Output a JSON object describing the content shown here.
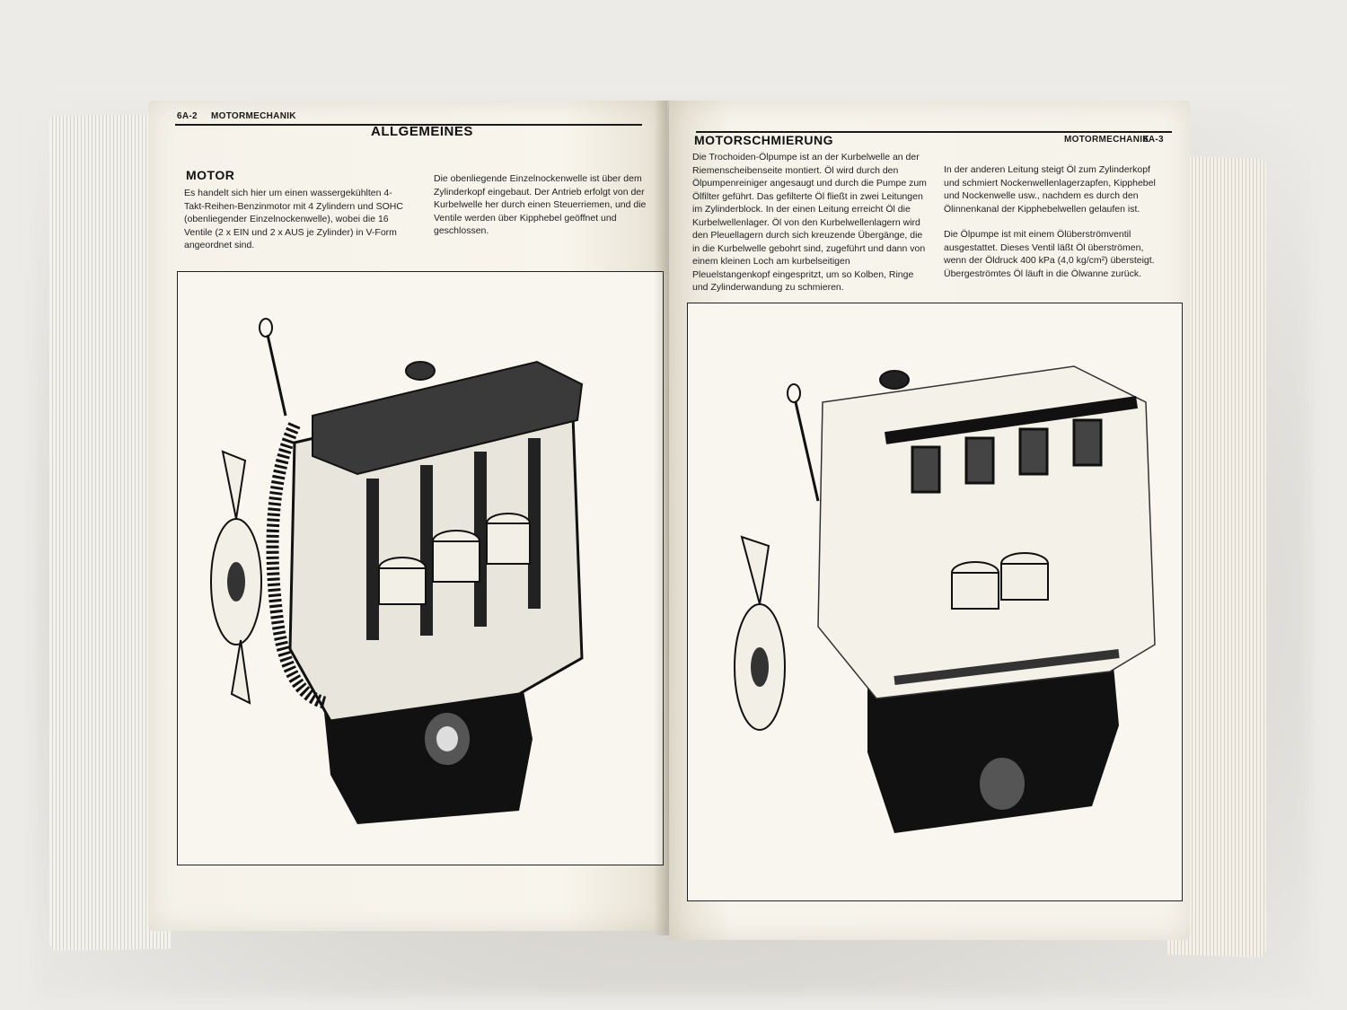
{
  "left_page": {
    "header_page": "6A-2",
    "header_section": "MOTORMECHANIK",
    "title": "ALLGEMEINES",
    "section_heading": "MOTOR",
    "col1_text": "Es handelt sich hier um einen wassergekühlten 4-Takt-Reihen-Benzinmotor mit 4 Zylindern und SOHC (obenliegender Einzelnockenwelle), wobei die 16 Ventile (2 x EIN und 2 x AUS je Zylinder) in V-Form angeordnet sind.",
    "col2_text": "Die obenliegende Einzelnockenwelle ist über dem Zylinderkopf eingebaut. Der Antrieb erfolgt von der Kurbelwelle her durch einen Steuerriemen, und die Ventile werden über Kipphebel geöffnet und geschlossen."
  },
  "right_page": {
    "header_section": "MOTORMECHANIK",
    "header_page": "6A-3",
    "section_heading": "MOTORSCHMIERUNG",
    "col1_text": "Die Trochoiden-Ölpumpe ist an der Kurbelwelle an der Riemenscheibenseite montiert. Öl wird durch den Ölpumpenreiniger angesaugt und durch die Pumpe zum Ölfilter geführt. Das gefilterte Öl fließt in zwei Leitungen im Zylinderblock. In der einen Leitung erreicht Öl die Kurbelwellenlager. Öl von den Kurbelwellenlagern wird den Pleuellagern durch sich kreuzende Übergänge, die in die Kurbelwelle gebohrt sind, zugeführt und dann von einem kleinen Loch am kurbelseitigen Pleuelstangenkopf eingespritzt, um so Kolben, Ringe und Zylinderwandung zu schmieren.",
    "col2_para1": "In der anderen Leitung steigt Öl zum Zylinderkopf und schmiert Nockenwellenlagerzapfen, Kipphebel und Nockenwelle usw., nachdem es durch den Ölinnenkanal der Kipphebelwellen gelaufen ist.",
    "col2_para2": "Die Ölpumpe ist mit einem Ölüberströmventil ausgestattet. Dieses Ventil läßt Öl überströmen, wenn der Öldruck 400 kPa (4,0 kg/cm²) übersteigt. Übergeströmtes Öl läuft in die Ölwanne zurück."
  },
  "colors": {
    "paper": "#f6f3ea",
    "ink": "#1a1a1a"
  }
}
